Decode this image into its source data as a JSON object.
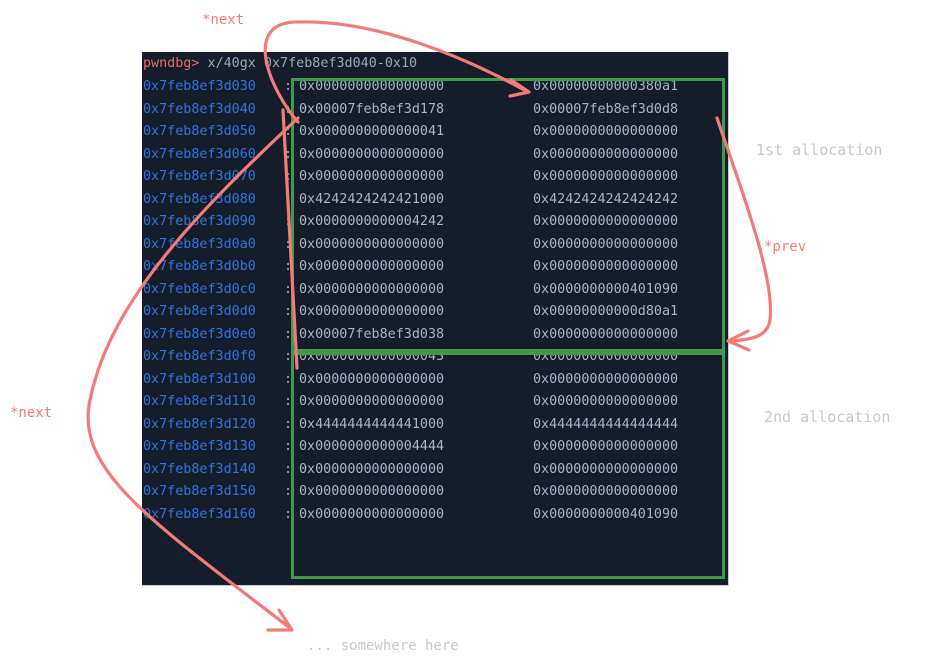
{
  "terminal": {
    "prompt": "pwndbg>",
    "command": " x/40gx 0x7feb8ef3d040-0x10",
    "rows": [
      {
        "addr": "0x7feb8ef3d030",
        "v1": "0x0000000000000000",
        "v2": "0x00000000000380a1"
      },
      {
        "addr": "0x7feb8ef3d040",
        "v1": "0x00007feb8ef3d178",
        "v2": "0x00007feb8ef3d0d8"
      },
      {
        "addr": "0x7feb8ef3d050",
        "v1": "0x0000000000000041",
        "v2": "0x0000000000000000"
      },
      {
        "addr": "0x7feb8ef3d060",
        "v1": "0x0000000000000000",
        "v2": "0x0000000000000000"
      },
      {
        "addr": "0x7feb8ef3d070",
        "v1": "0x0000000000000000",
        "v2": "0x0000000000000000"
      },
      {
        "addr": "0x7feb8ef3d080",
        "v1": "0x4242424242421000",
        "v2": "0x4242424242424242"
      },
      {
        "addr": "0x7feb8ef3d090",
        "v1": "0x0000000000004242",
        "v2": "0x0000000000000000"
      },
      {
        "addr": "0x7feb8ef3d0a0",
        "v1": "0x0000000000000000",
        "v2": "0x0000000000000000"
      },
      {
        "addr": "0x7feb8ef3d0b0",
        "v1": "0x0000000000000000",
        "v2": "0x0000000000000000"
      },
      {
        "addr": "0x7feb8ef3d0c0",
        "v1": "0x0000000000000000",
        "v2": "0x0000000000401090"
      },
      {
        "addr": "0x7feb8ef3d0d0",
        "v1": "0x0000000000000000",
        "v2": "0x00000000000d80a1"
      },
      {
        "addr": "0x7feb8ef3d0e0",
        "v1": "0x00007feb8ef3d038",
        "v2": "0x0000000000000000"
      },
      {
        "addr": "0x7feb8ef3d0f0",
        "v1": "0x0000000000000043",
        "v2": "0x0000000000000000"
      },
      {
        "addr": "0x7feb8ef3d100",
        "v1": "0x0000000000000000",
        "v2": "0x0000000000000000"
      },
      {
        "addr": "0x7feb8ef3d110",
        "v1": "0x0000000000000000",
        "v2": "0x0000000000000000"
      },
      {
        "addr": "0x7feb8ef3d120",
        "v1": "0x4444444444441000",
        "v2": "0x4444444444444444"
      },
      {
        "addr": "0x7feb8ef3d130",
        "v1": "0x0000000000004444",
        "v2": "0x0000000000000000"
      },
      {
        "addr": "0x7feb8ef3d140",
        "v1": "0x0000000000000000",
        "v2": "0x0000000000000000"
      },
      {
        "addr": "0x7feb8ef3d150",
        "v1": "0x0000000000000000",
        "v2": "0x0000000000000000"
      },
      {
        "addr": "0x7feb8ef3d160",
        "v1": "0x0000000000000000",
        "v2": "0x0000000000401090"
      }
    ]
  },
  "annotations": {
    "next_top": "*next",
    "next_left": "*next",
    "prev": "*prev",
    "first_allocation": "1st allocation",
    "second_allocation": "2nd allocation",
    "somewhere_here": "... somewhere here"
  },
  "colors": {
    "terminal_bg": "#151d2a",
    "address": "#2f73e0",
    "value": "#a9b4c4",
    "prompt": "#e06c6c",
    "box": "#3e9a4c",
    "arrow": "#f27b78",
    "note_gray": "#c8c8c8"
  }
}
